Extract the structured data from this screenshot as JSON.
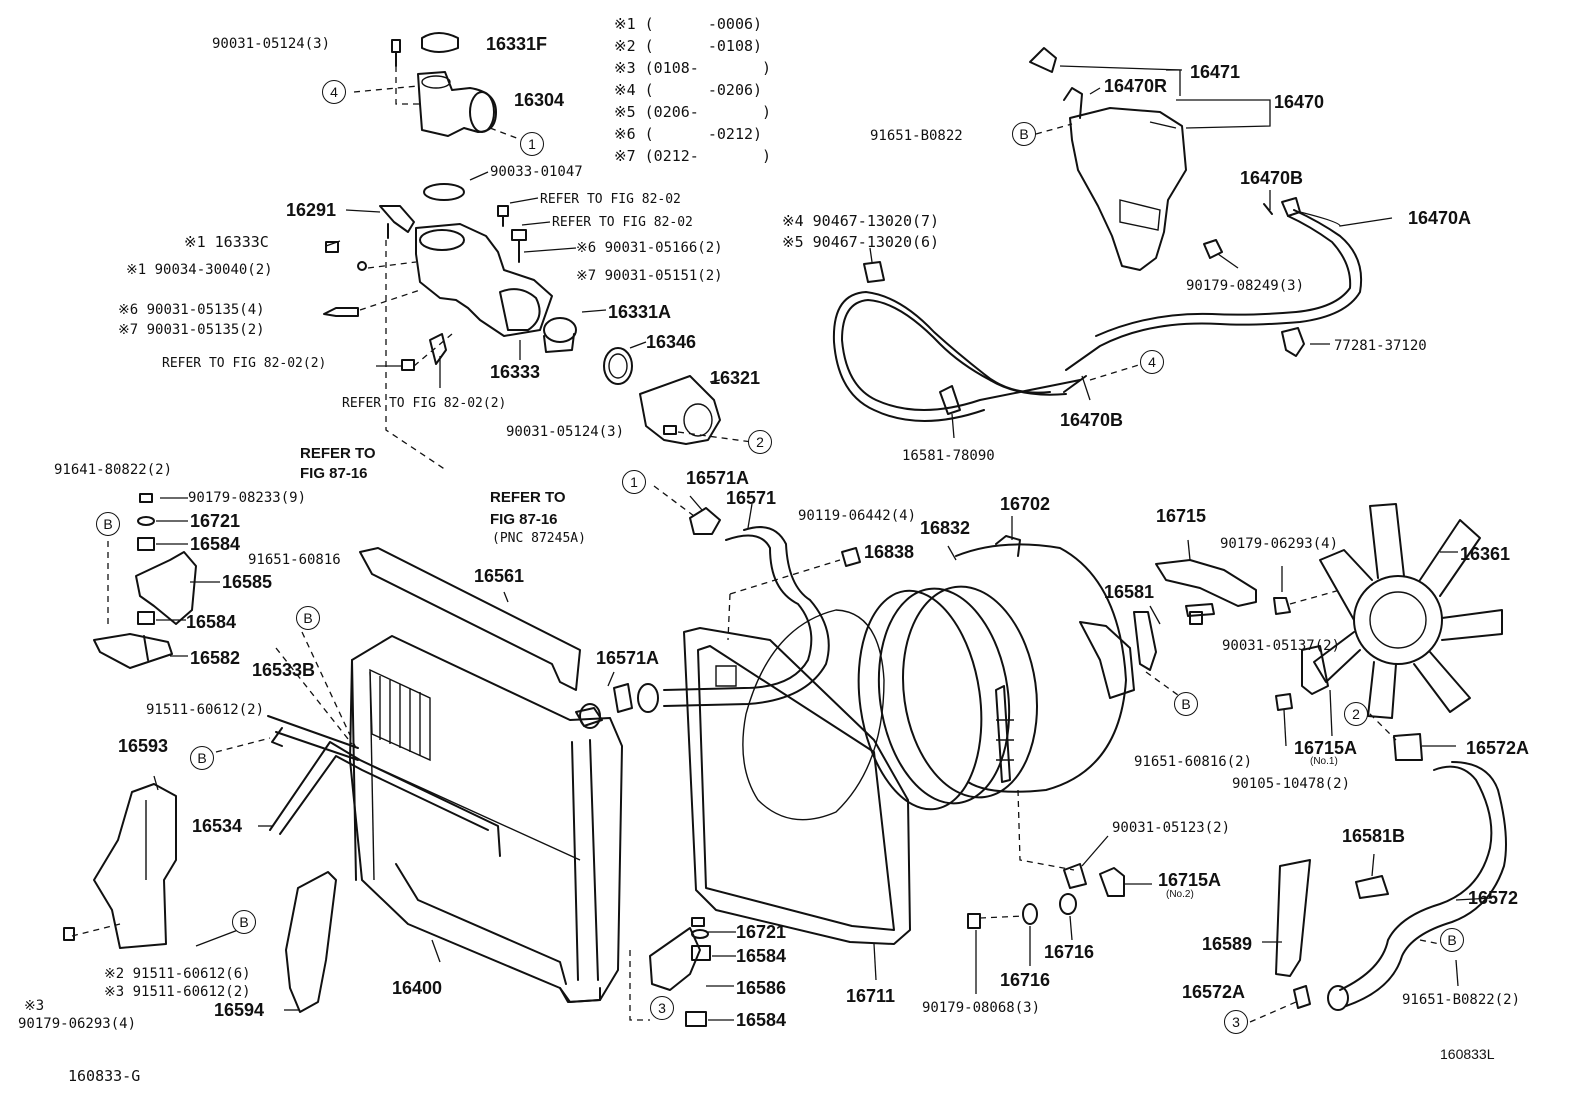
{
  "notes": [
    {
      "mark": "※1",
      "range": "(      -0006)"
    },
    {
      "mark": "※2",
      "range": "(      -0108)"
    },
    {
      "mark": "※3",
      "range": "(0108-       )"
    },
    {
      "mark": "※4",
      "range": "(      -0206)"
    },
    {
      "mark": "※5",
      "range": "(0206-       )"
    },
    {
      "mark": "※6",
      "range": "(      -0212)"
    },
    {
      "mark": "※7",
      "range": "(0212-       )"
    }
  ],
  "labels": {
    "l90031_05124_3_top": "90031-05124(3)",
    "l16331F": "16331F",
    "l16304": "16304",
    "l90033_01047": "90033-01047",
    "l16291": "16291",
    "refer_82_02_a": "REFER TO FIG 82-02",
    "refer_82_02_b": "REFER TO FIG 82-02",
    "l16333C": "※1 16333C",
    "l90034_30040": "※1 90034-30040(2)",
    "l90031_05166": "※6 90031-05166(2)",
    "l90031_05151": "※7 90031-05151(2)",
    "l90031_05135_4": "※6 90031-05135(4)",
    "l90031_05135_2": "※7 90031-05135(2)",
    "l16331A": "16331A",
    "l16346": "16346",
    "l16333": "16333",
    "l16321": "16321",
    "refer_82_02_2a": "REFER TO FIG 82-02(2)",
    "refer_82_02_2b": "REFER TO FIG 82-02(2)",
    "l90031_05124_3_mid": "90031-05124(3)",
    "refer_87_16_a": "REFER TO",
    "refer_87_16_a2": "FIG 87-16",
    "refer_87_16_b": "REFER TO",
    "refer_87_16_b2": "FIG 87-16",
    "refer_87_16_b3": "(PNC 87245A)",
    "l16471": "16471",
    "l16470R": "16470R",
    "l16470": "16470",
    "l91651_B0822_top": "91651-B0822",
    "l16470B_top": "16470B",
    "l16470A": "16470A",
    "l90467_7": "※4 90467-13020(7)",
    "l90467_6": "※5 90467-13020(6)",
    "l90179_08249": "90179-08249(3)",
    "l77281": "77281-37120",
    "l16470B_bot": "16470B",
    "l16581_78090": "16581-78090",
    "l91641_80822": "91641-80822(2)",
    "l90179_08233": "90179-08233(9)",
    "l16721_a": "16721",
    "l16584_a": "16584",
    "l16585": "16585",
    "l16584_b": "16584",
    "l16582": "16582",
    "l91651_60816_a": "91651-60816",
    "l16561": "16561",
    "l16533B": "16533B",
    "l91511_60612_2a": "91511-60612(2)",
    "l16593": "16593",
    "l16534": "16534",
    "l16571A_a": "16571A",
    "l16571": "16571",
    "l16571A_b": "16571A",
    "l90119_06442": "90119-06442(4)",
    "l16838": "16838",
    "l16832": "16832",
    "l16702": "16702",
    "l16715": "16715",
    "l90179_06293_4a": "90179-06293(4)",
    "l16361": "16361",
    "l16581": "16581",
    "l90031_05137": "90031-05137(2)",
    "l16715A_1": "16715A",
    "l16715A_1s": "(No.1)",
    "l90105_10478": "90105-10478(2)",
    "l91651_60816_2": "91651-60816(2)",
    "l16572A_a": "16572A",
    "l90031_05123": "90031-05123(2)",
    "l16715A_2": "16715A",
    "l16715A_2s": "(No.2)",
    "l16581B": "16581B",
    "l16572": "16572",
    "l16589": "16589",
    "l16572A_b": "16572A",
    "l91651_B0822_2": "91651-B0822(2)",
    "l16716_a": "16716",
    "l16716_b": "16716",
    "l90179_08068": "90179-08068(3)",
    "l16711": "16711",
    "l16721_b": "16721",
    "l16584_c": "16584",
    "l16586": "16586",
    "l16584_d": "16584",
    "l16400": "16400",
    "l91511_60612_6": "※2 91511-60612(6)",
    "l91511_60612_2b": "※3 91511-60612(2)",
    "l16594": "16594",
    "l90179_06293_4b": "90179-06293(4)",
    "l_mark3": "※3",
    "code_left": "160833-G",
    "code_right": "160833L"
  },
  "refs": {
    "c1": "1",
    "c2": "2",
    "c3": "3",
    "c4": "4",
    "b": "B"
  }
}
